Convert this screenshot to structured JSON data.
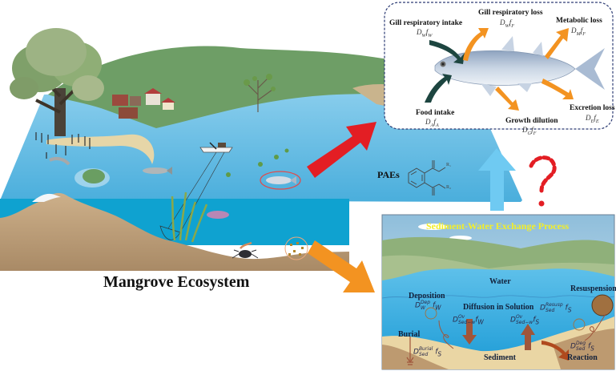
{
  "title": "Mangrove Ecosystem",
  "chemical_label": "PAEs",
  "chemical_structure_labels": {
    "r1": "R₁",
    "r2": "R₂",
    "o": "O"
  },
  "question_mark": "?",
  "fish_box": {
    "processes": [
      {
        "label": "Gill respiratory intake",
        "formula_D": "D",
        "formula_sub": "W",
        "formula_f": "f",
        "formula_fsub": "W",
        "arrow": "in"
      },
      {
        "label": "Gill respiratory loss",
        "formula_D": "D",
        "formula_sub": "W",
        "formula_f": "f",
        "formula_fsub": "F",
        "arrow": "out"
      },
      {
        "label": "Metabolic loss",
        "formula_D": "D",
        "formula_sub": "M",
        "formula_f": "f",
        "formula_fsub": "F",
        "arrow": "out"
      },
      {
        "label": "Food intake",
        "formula_D": "D",
        "formula_sub": "A",
        "formula_f": "f",
        "formula_fsub": "A",
        "arrow": "in"
      },
      {
        "label": "Growth dilution",
        "formula_D": "D",
        "formula_sub": "G",
        "formula_f": "f",
        "formula_fsub": "F",
        "arrow": "out"
      },
      {
        "label": "Excretion loss",
        "formula_D": "D",
        "formula_sub": "E",
        "formula_f": "f",
        "formula_fsub": "E",
        "arrow": "out"
      }
    ]
  },
  "sediment_box": {
    "title": "Sediment-Water Exchange Process",
    "water_label": "Water",
    "sediment_label": "Sediment",
    "processes": [
      {
        "label": "Deposition",
        "sup": "Dep",
        "sub": "W",
        "f": "f",
        "fsub": "W"
      },
      {
        "label": "Diffusion in Solution",
        "sup": "Ov",
        "sub": "Sed−w",
        "f": "f",
        "fsub": "W"
      },
      {
        "label": "",
        "sup": "Ov",
        "sub": "Sed−w",
        "f": "f",
        "fsub": "S"
      },
      {
        "label": "Resuspension",
        "sup": "Resusp",
        "sub": "Sed",
        "f": "f",
        "fsub": "S"
      },
      {
        "label": "Burial",
        "sup": "Burial",
        "sub": "Sed",
        "f": "f",
        "fsub": "S"
      },
      {
        "label": "Reaction",
        "sup": "Deg",
        "sub": "Sed",
        "f": "f",
        "fsub": "S"
      }
    ]
  },
  "colors": {
    "water": "#1aa3d4",
    "water_surface": "#6cc1e6",
    "land": "#6a9e62",
    "sediment": "#c6a47a",
    "arrow_red": "#e31e24",
    "arrow_orange": "#f39321",
    "arrow_blue": "#6fcaf2",
    "arrow_dark": "#1d4540",
    "title_yellow": "#f2ee2a",
    "box_border": "#2d3c74"
  }
}
